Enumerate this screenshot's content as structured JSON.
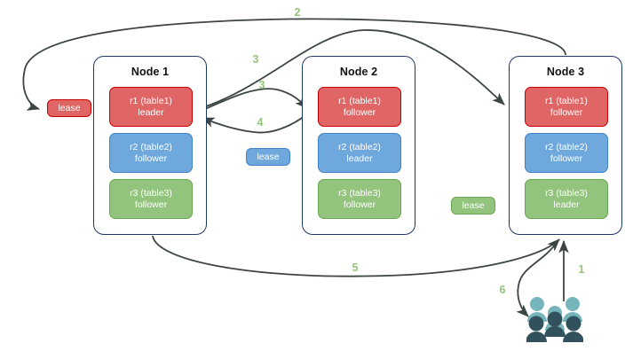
{
  "diagram": {
    "title": "",
    "colors": {
      "red_fill": "#e06666",
      "red_border": "#cc0000",
      "blue_fill": "#6fa8dc",
      "blue_border": "#3d85c6",
      "green_fill": "#93c47d",
      "green_border": "#6aa84f",
      "node_border": "#1f3864",
      "arrow": "#3d4543",
      "label_green": "#93c47d",
      "people_light": "#76b5bc",
      "people_dark": "#31515c"
    },
    "nodes": [
      {
        "title": "Node 1",
        "replicas": [
          {
            "name": "r1 (table1)",
            "role": "leader",
            "color": "red"
          },
          {
            "name": "r2 (table2)",
            "role": "follower",
            "color": "blue"
          },
          {
            "name": "r3 (table3)",
            "role": "follower",
            "color": "green"
          }
        ]
      },
      {
        "title": "Node 2",
        "replicas": [
          {
            "name": "r1 (table1)",
            "role": "follower",
            "color": "red"
          },
          {
            "name": "r2 (table2)",
            "role": "leader",
            "color": "blue"
          },
          {
            "name": "r3 (table3)",
            "role": "follower",
            "color": "green"
          }
        ]
      },
      {
        "title": "Node 3",
        "replicas": [
          {
            "name": "r1 (table1)",
            "role": "follower",
            "color": "red"
          },
          {
            "name": "r2 (table2)",
            "role": "follower",
            "color": "blue"
          },
          {
            "name": "r3 (table3)",
            "role": "leader",
            "color": "green"
          }
        ]
      }
    ],
    "leases": [
      {
        "label": "lease",
        "color": "red"
      },
      {
        "label": "lease",
        "color": "blue"
      },
      {
        "label": "lease",
        "color": "green"
      }
    ],
    "steps": [
      {
        "label": "1"
      },
      {
        "label": "2"
      },
      {
        "label": "3"
      },
      {
        "label": "3"
      },
      {
        "label": "4"
      },
      {
        "label": "5"
      },
      {
        "label": "6"
      }
    ],
    "people_icon": "users-group-icon"
  }
}
